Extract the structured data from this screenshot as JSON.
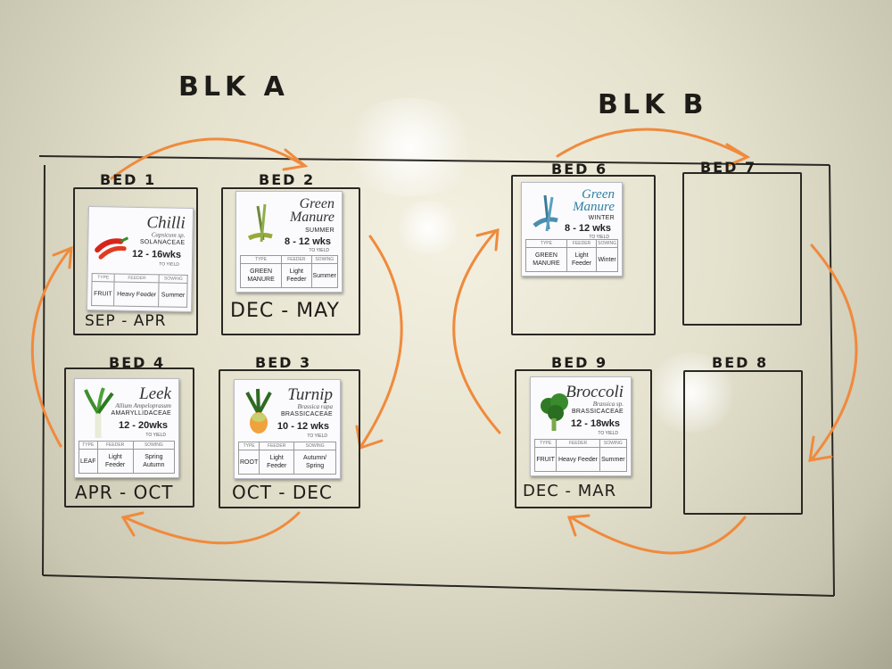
{
  "labels": {
    "block_a": "BLK A",
    "block_b": "BLK B"
  },
  "beds": {
    "bed1": {
      "label": "BED 1",
      "season": "SEP - APR"
    },
    "bed2": {
      "label": "BED 2",
      "season": "DEC - MAY"
    },
    "bed3": {
      "label": "BED 3",
      "season": "OCT - DEC"
    },
    "bed4": {
      "label": "BED 4",
      "season": "APR - OCT"
    },
    "bed6": {
      "label": "BED 6"
    },
    "bed7": {
      "label": "BED 7"
    },
    "bed8": {
      "label": "BED 8"
    },
    "bed9": {
      "label": "BED 9",
      "season": "DEC - MAR"
    }
  },
  "table_headers": {
    "type": "TYPE",
    "feeder": "FEEDER",
    "sowing": "SOWING"
  },
  "cards": {
    "chilli": {
      "name": "Chilli",
      "latin": "Capsicum sp.",
      "family": "SOLANACEAE",
      "weeks": "12 - 16wks",
      "yield": "TO YIELD",
      "type": "FRUIT",
      "feeder": "Heavy Feeder",
      "sowing": "Summer"
    },
    "green_manure_summer": {
      "name": "Green Manure",
      "latin": "",
      "family": "SUMMER",
      "weeks": "8 - 12 wks",
      "yield": "TO YIELD",
      "type": "GREEN MANURE",
      "feeder": "Light Feeder",
      "sowing": "Summer"
    },
    "green_manure_winter": {
      "name": "Green Manure",
      "latin": "",
      "family": "WINTER",
      "weeks": "8 - 12 wks",
      "yield": "TO YIELD",
      "type": "GREEN MANURE",
      "feeder": "Light Feeder",
      "sowing": "Winter"
    },
    "leek": {
      "name": "Leek",
      "latin": "Allium Ampeloprasum",
      "family": "AMARYLLIDACEAE",
      "weeks": "12 - 20wks",
      "yield": "TO YIELD",
      "type": "LEAF",
      "feeder": "Light Feeder",
      "sowing": "Spring Autumn"
    },
    "turnip": {
      "name": "Turnip",
      "latin": "Brassica rapa",
      "family": "BRASSICACEAE",
      "weeks": "10 - 12 wks",
      "yield": "TO YIELD",
      "type": "ROOT",
      "feeder": "Light Feeder",
      "sowing": "Autumn/ Spring"
    },
    "broccoli": {
      "name": "Broccoli",
      "latin": "Brassica sp.",
      "family": "BRASSICACEAE",
      "weeks": "12 - 18wks",
      "yield": "TO YIELD",
      "type": "FRUIT",
      "feeder": "Heavy Feeder",
      "sowing": "Summer"
    }
  },
  "colors": {
    "marker_orange": "#f08a3c",
    "marker_black": "#2a2824"
  }
}
